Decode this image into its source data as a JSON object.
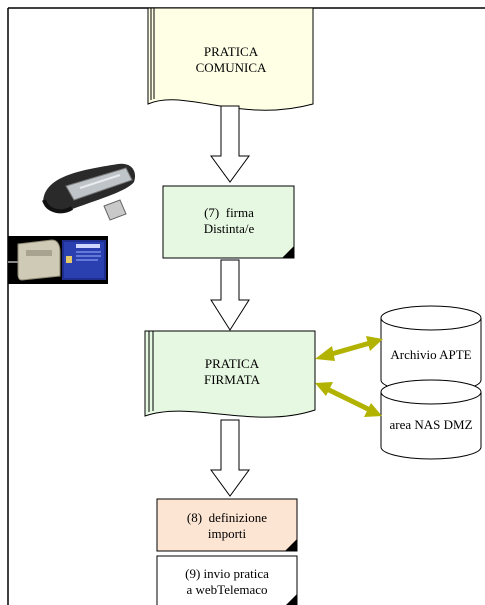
{
  "flow": {
    "pratica_comunica": {
      "line1": "PRATICA",
      "line2": "COMUNICA",
      "fill": "#FFFFE6"
    },
    "firma_distinta": {
      "line1": "(7)  firma",
      "line2": "Distinta/e",
      "fill": "#E6F8E1"
    },
    "pratica_firmata": {
      "line1": "PRATICA",
      "line2": "FIRMATA",
      "fill": "#E6F8E1"
    },
    "definizione_importi": {
      "line1": "(8)  definizione",
      "line2": "importi",
      "fill": "#FCE5D3"
    },
    "invio_pratica": {
      "line1": "(9) invio pratica",
      "line2": "a webTelemaco",
      "fill": "#FFFFFF"
    }
  },
  "storage": {
    "archivio": {
      "label": "Archivio APTE"
    },
    "area_nas": {
      "label": "area NAS DMZ"
    }
  },
  "images": {
    "usb_token": "usb-token-icon",
    "smartcard_reader": "smartcard-reader-icon"
  },
  "colors": {
    "arrow_connector": "#B2B200",
    "border": "#000000"
  }
}
